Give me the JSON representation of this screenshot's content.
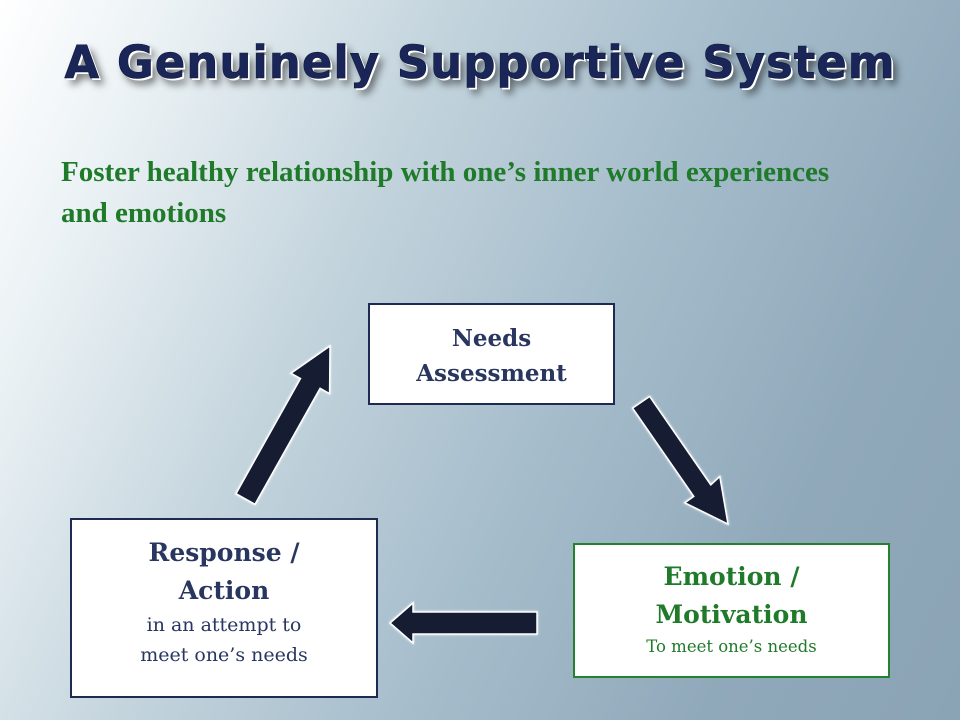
{
  "slide": {
    "title": "A Genuinely Supportive System",
    "subtitle_lines": [
      "Foster healthy relationship with one’s inner",
      "world experiences and emotions"
    ]
  },
  "cycle": {
    "needs": {
      "heading_lines": [
        "Needs",
        "Assessment"
      ]
    },
    "emotion": {
      "heading_lines": [
        "Emotion /",
        "Motivation"
      ],
      "detail_lines": [
        "To meet one’s needs"
      ]
    },
    "response": {
      "heading_lines": [
        "Response /",
        "Action"
      ],
      "detail_lines": [
        "in an attempt to",
        "meet one’s needs"
      ]
    }
  },
  "colors": {
    "title": "#1a2657",
    "subtitle": "#1f7a2a",
    "navy_border": "#1e2a54",
    "green_border": "#23822f",
    "arrow_fill": "#121a33"
  },
  "icons": [
    "arrow-needs-to-emotion-icon",
    "arrow-emotion-to-response-icon",
    "arrow-response-to-needs-icon"
  ]
}
